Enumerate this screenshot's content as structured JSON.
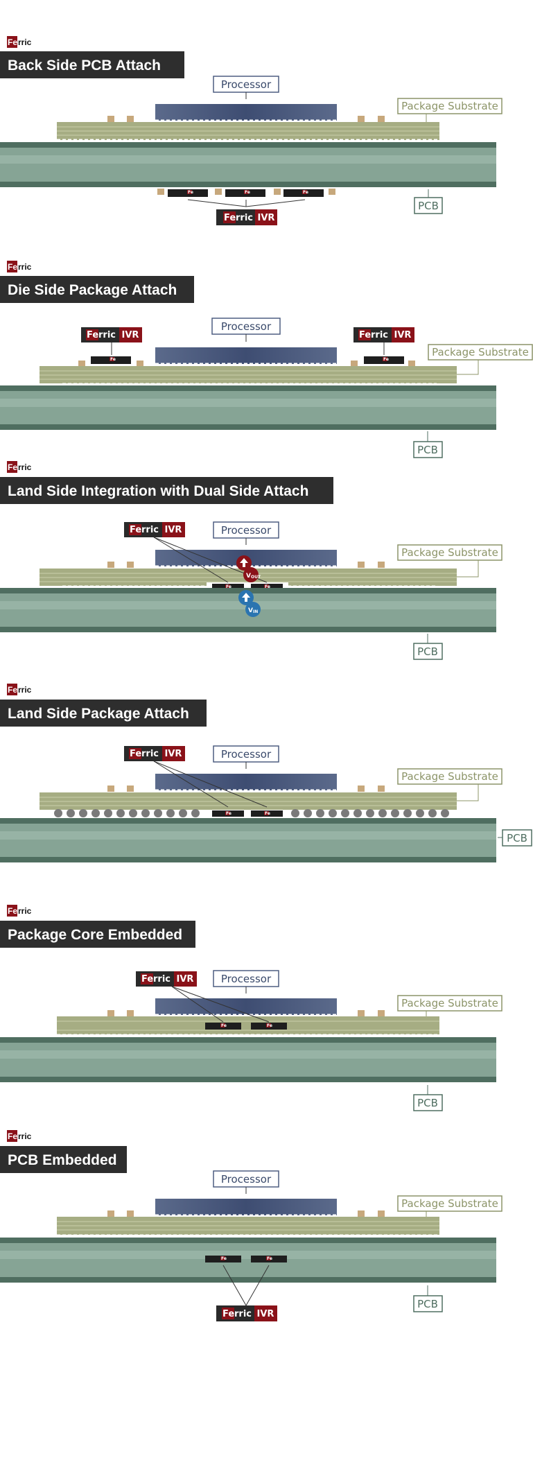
{
  "brand": {
    "logo_prefix": "Fe",
    "logo_suffix": "rric",
    "ivr_suffix": "IVR"
  },
  "labels": {
    "processor": "Processor",
    "substrate": "Package Substrate",
    "pcb": "PCB",
    "chip": "Fe"
  },
  "voltages": {
    "vout_main": "V",
    "vout_sub": "OUT",
    "vin_main": "V",
    "vin_sub": "IN"
  },
  "colors": {
    "brand_red": "#8a1219",
    "title_bg": "#2e2e2e",
    "processor": "#4d5d80",
    "substrate": "#a6ad83",
    "pcb": "#86a495",
    "pcb_dark": "#4f6e60",
    "pad": "#c7a87c",
    "substrate_label": "#8c9468",
    "pcb_label": "#4f6e60",
    "vout_badge": "#8a1219",
    "vin_badge": "#2a74b0"
  },
  "sections": [
    {
      "title": "Back Side PCB Attach"
    },
    {
      "title": "Die Side Package Attach"
    },
    {
      "title": "Land Side Integration with Dual Side Attach"
    },
    {
      "title": "Land Side Package Attach"
    },
    {
      "title": "Package Core Embedded"
    },
    {
      "title": "PCB Embedded"
    }
  ]
}
